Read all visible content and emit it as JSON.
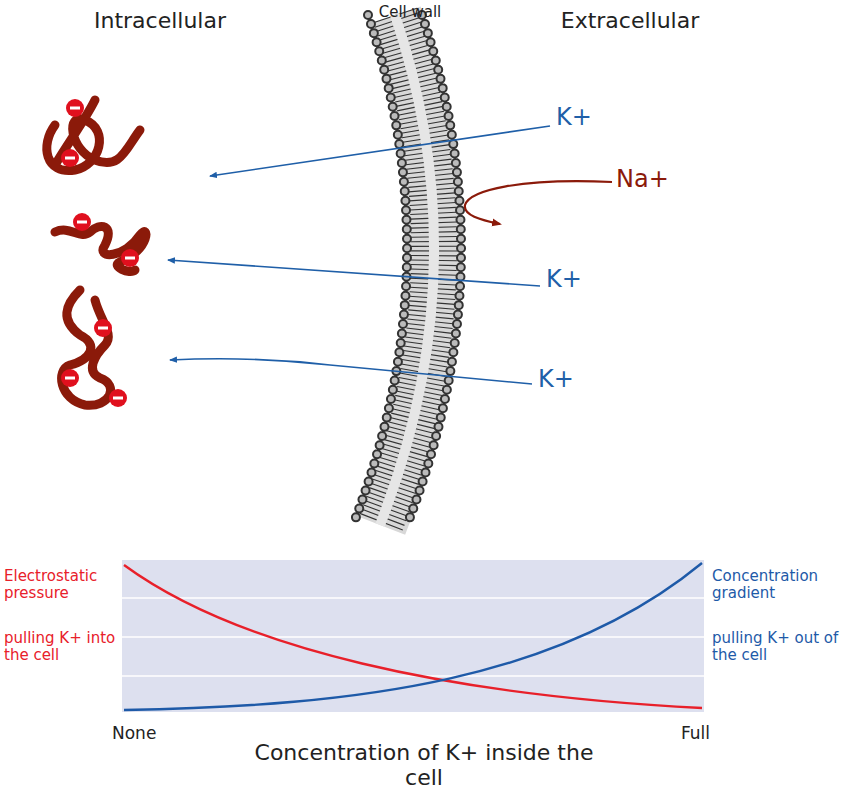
{
  "diagram": {
    "labels": [
      "Intracellular",
      "Cell wall",
      "Extracellular",
      "K+",
      "Na+",
      "K+",
      "K+",
      "Electrostatic pressure",
      "pulling K+ into the cell",
      "Concentration gradient",
      "pulling K+ out of the cell",
      "None",
      "Full",
      "Concentration of K+ inside the cell"
    ]
  }
}
